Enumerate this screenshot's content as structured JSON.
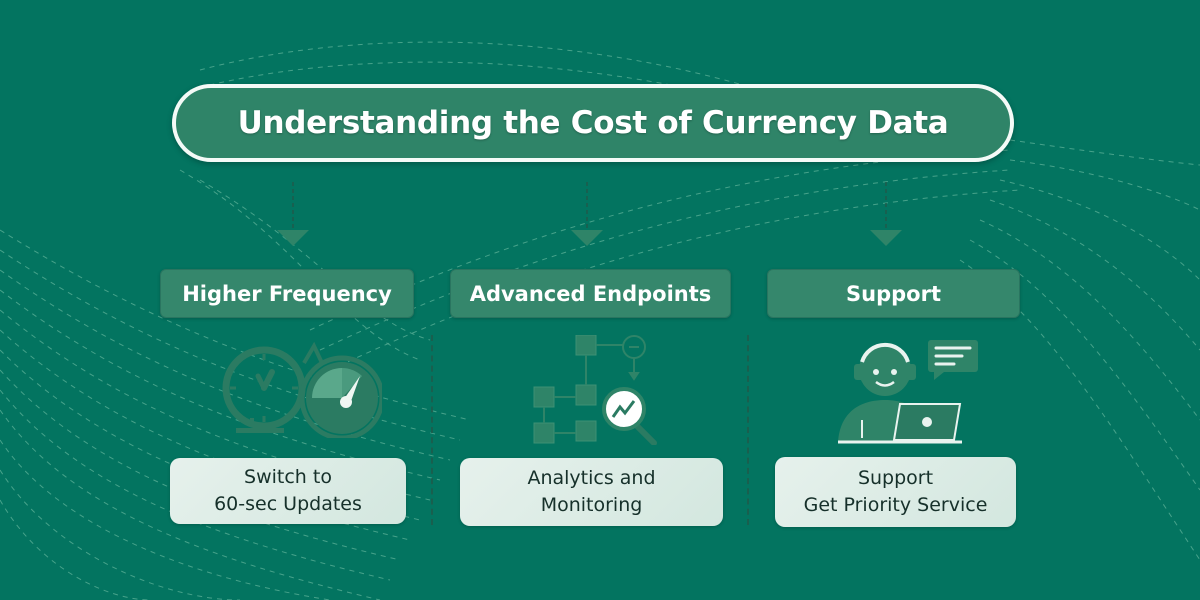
{
  "title": "Understanding the Cost of Currency Data",
  "colors": {
    "background": "#037460",
    "title_fill": "#2f8468",
    "title_border": "#f4faf7",
    "header_fill": "#35876c",
    "card_fill": "#e2efe9",
    "card_text": "#16302a",
    "icon_dark": "#2b7b62",
    "icon_light": "#6fb59b"
  },
  "columns": [
    {
      "heading": "Higher Frequency",
      "icon": "clock-speedometer-icon",
      "description_lines": [
        "Switch to",
        "60-sec Updates"
      ]
    },
    {
      "heading": "Advanced Endpoints",
      "icon": "flowchart-magnifier-icon",
      "description_lines": [
        "Analytics and",
        "Monitoring"
      ]
    },
    {
      "heading": "Support",
      "icon": "support-agent-laptop-icon",
      "description_lines": [
        "Support",
        "Get Priority Service"
      ]
    }
  ]
}
